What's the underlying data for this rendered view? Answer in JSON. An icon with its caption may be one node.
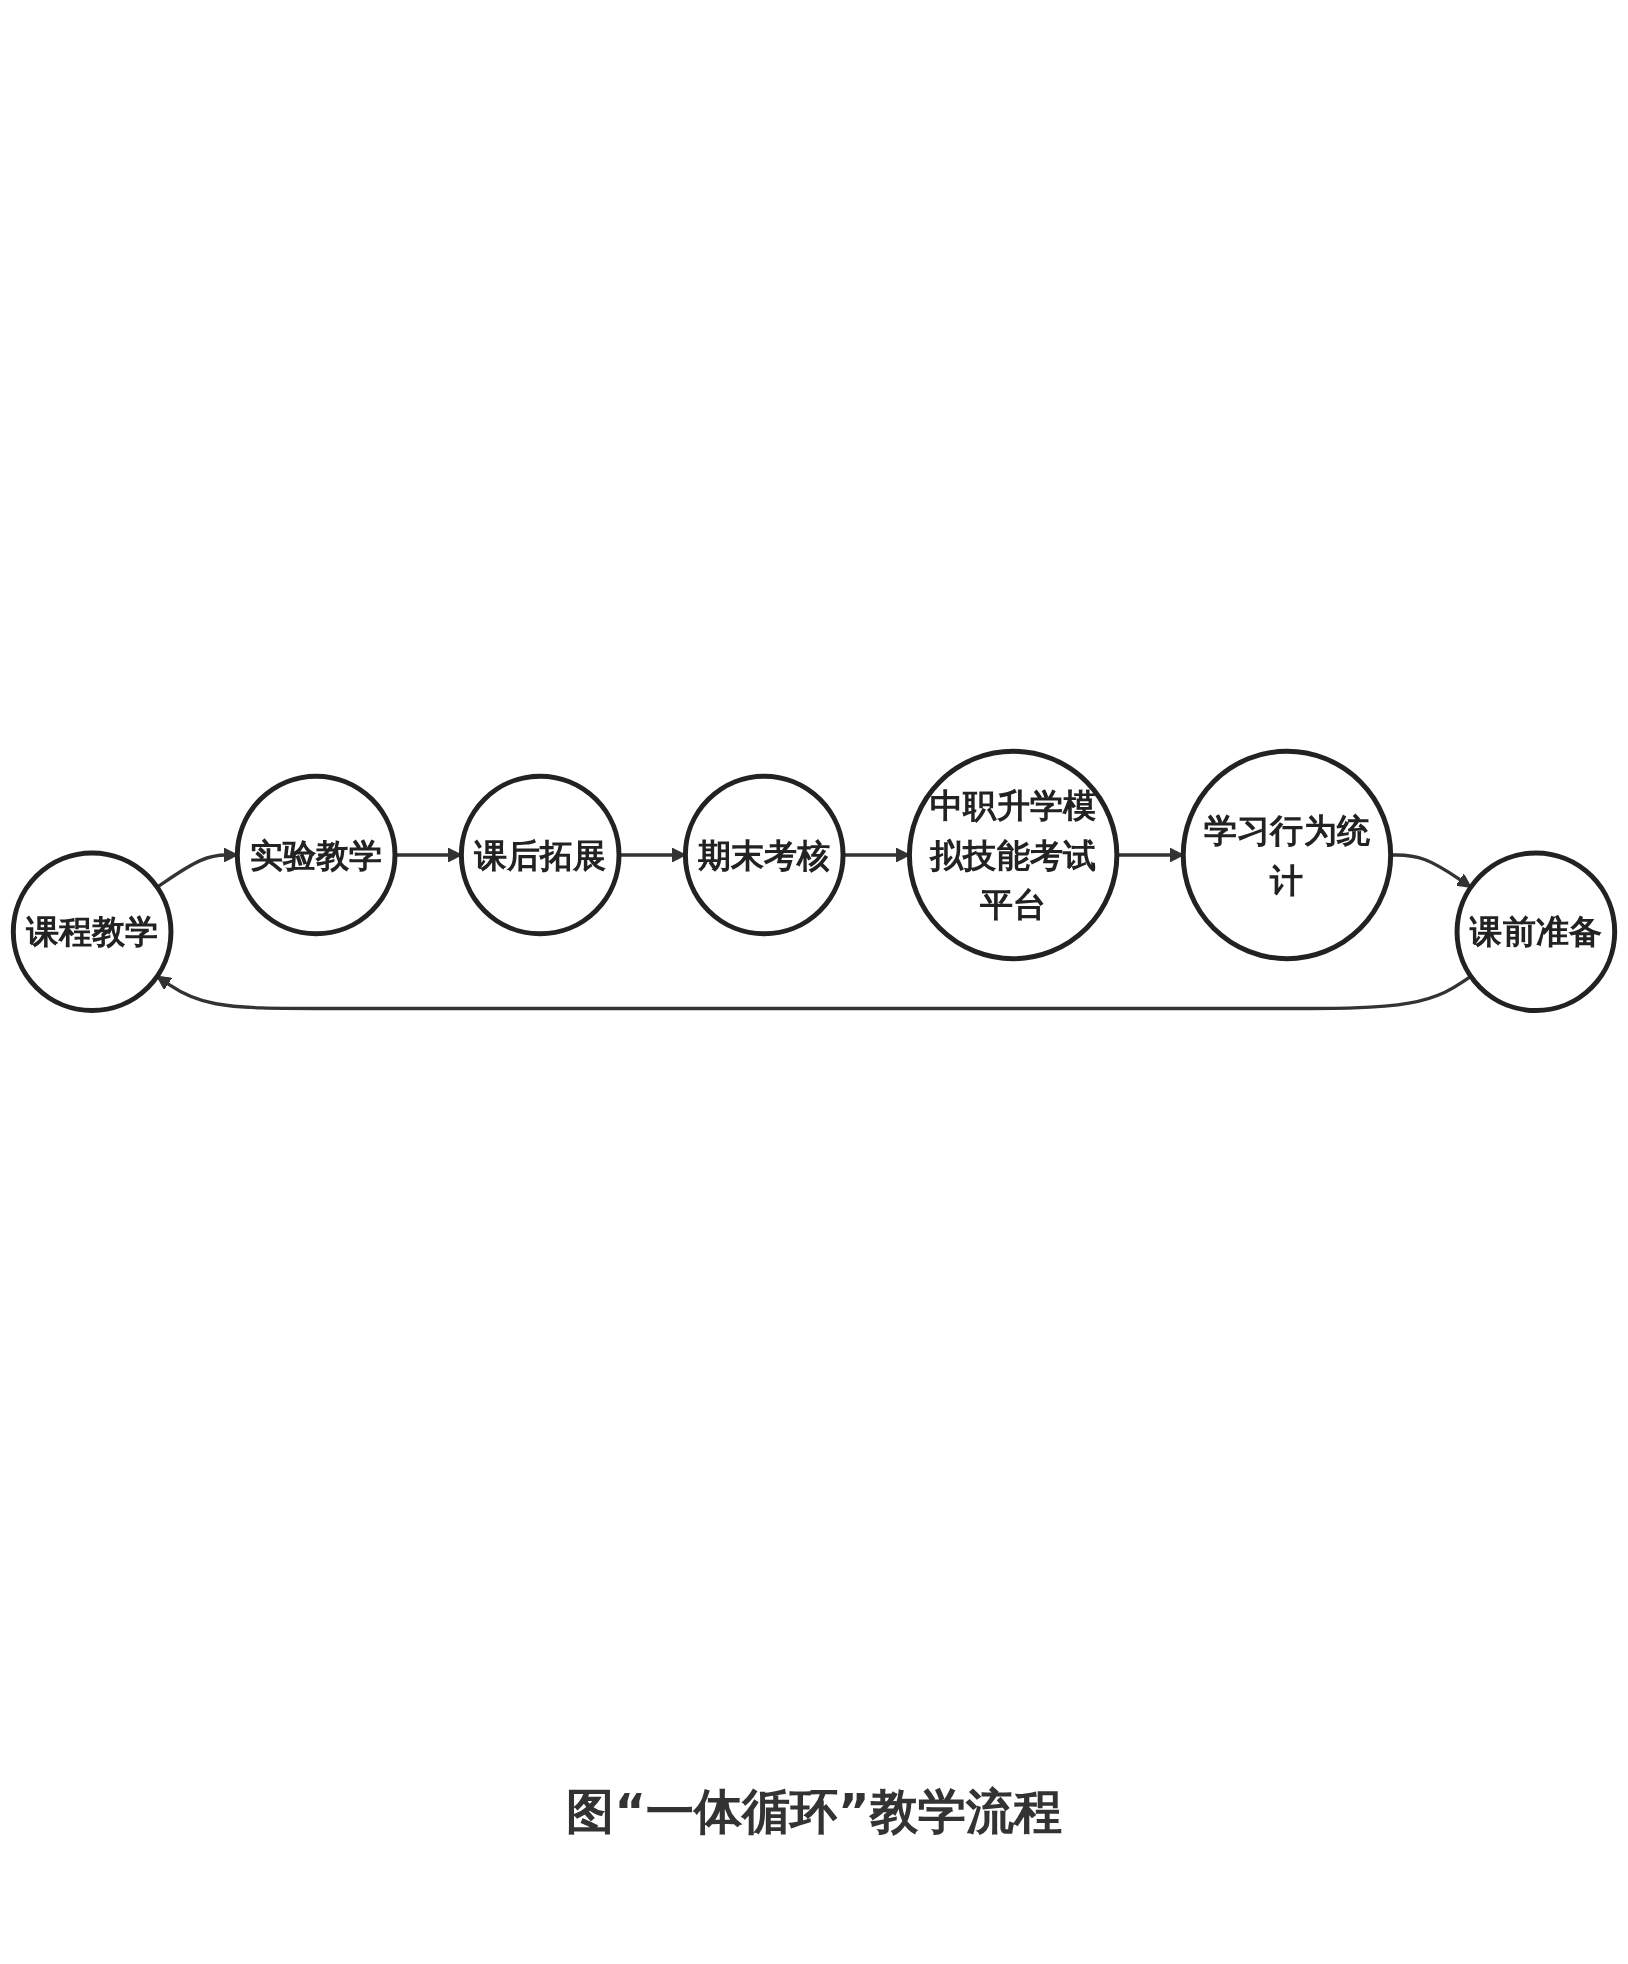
{
  "diagram": {
    "caption": "图“一体循环”教学流程",
    "nodes": [
      {
        "text": [
          "课程教学"
        ]
      },
      {
        "text": [
          "实验教学"
        ]
      },
      {
        "text": [
          "课后拓展"
        ]
      },
      {
        "text": [
          "期末考核"
        ]
      },
      {
        "text": [
          "中职升学模拟技能考试平台"
        ]
      },
      {
        "text": [
          "学习行为统计"
        ]
      },
      {
        "text": [
          "课前准备"
        ]
      }
    ],
    "edges": [
      {
        "from": 6,
        "to": 0,
        "arrow": "to"
      },
      {
        "from": 0,
        "to": 1,
        "arrow": "to"
      },
      {
        "from": 1,
        "to": 2,
        "arrow": "to"
      },
      {
        "from": 2,
        "to": 3,
        "arrow": "to"
      },
      {
        "from": 3,
        "to": 4,
        "arrow": "to"
      },
      {
        "from": 4,
        "to": 5,
        "arrow": "to"
      },
      {
        "from": 5,
        "to": 6,
        "arrow": "to"
      }
    ]
  }
}
